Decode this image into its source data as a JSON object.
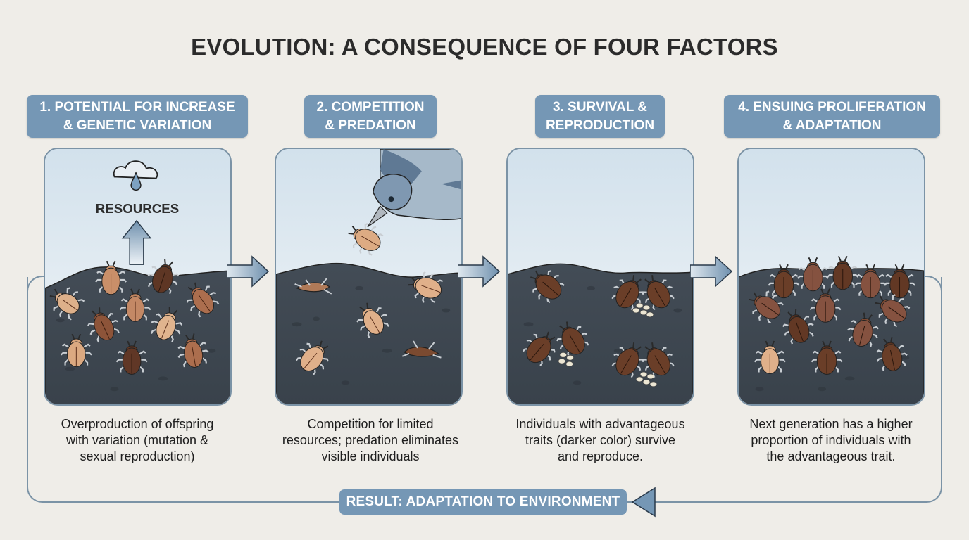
{
  "title": "EVOLUTION: A CONSEQUENCE OF FOUR FACTORS",
  "colors": {
    "background": "#efede8",
    "header_fill": "#7597b5",
    "header_text": "#ffffff",
    "border": "#7b93a6",
    "sky_top": "#d2e1ec",
    "sky_bottom": "#f3f6f8",
    "soil": "#3d4650",
    "beetle_light": "#d9a57c",
    "beetle_medium": "#a8694a",
    "beetle_dark": "#5e3522"
  },
  "stages": [
    {
      "number": 1,
      "header_line1": "1. POTENTIAL FOR INCREASE",
      "header_line2": "& GENETIC VARIATION",
      "illustration": "beetle-population-with-resources",
      "resources_label": "RESOURCES",
      "caption_line1": "Overproduction of offspring",
      "caption_line2": "with variation (mutation &",
      "caption_line3": "sexual reproduction)"
    },
    {
      "number": 2,
      "header_line1": "2. COMPETITION",
      "header_line2": "& PREDATION",
      "illustration": "bird-preying-on-light-beetles",
      "caption_line1": "Competition for limited",
      "caption_line2": "resources; predation eliminates",
      "caption_line3": "visible individuals"
    },
    {
      "number": 3,
      "header_line1": "3. SURVIVAL &",
      "header_line2": "REPRODUCTION",
      "illustration": "dark-beetles-reproducing-with-eggs",
      "caption_line1": "Individuals with advantageous",
      "caption_line2": "traits (darker color) survive",
      "caption_line3": "and reproduce."
    },
    {
      "number": 4,
      "header_line1": "4. ENSUING PROLIFERATION",
      "header_line2": "& ADAPTATION",
      "illustration": "mostly-dark-beetle-population",
      "caption_line1": "Next generation has a higher",
      "caption_line2": "proportion of individuals with",
      "caption_line3": "the advantageous trait."
    }
  ],
  "result": {
    "label": "RESULT: ADAPTATION TO ENVIRONMENT"
  }
}
